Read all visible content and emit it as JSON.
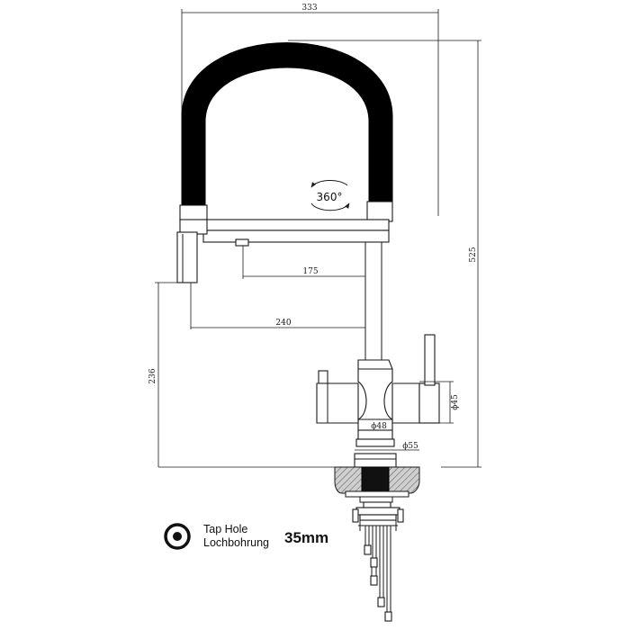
{
  "dimensions": {
    "overall_width": "333",
    "overall_height": "525",
    "pullout_reach": "175",
    "spout_reach": "240",
    "spout_height": "236",
    "handle_diameter": "ϕ45",
    "body_diameter": "ϕ48",
    "base_diameter": "ϕ55"
  },
  "rotation": {
    "label": "360°"
  },
  "legend": {
    "line1": "Tap Hole",
    "line2": "Lochbohrung",
    "size": "35mm",
    "icon": "target-icon"
  },
  "colors": {
    "line": "#1a1a1a",
    "hose": "#000000",
    "hatch": "#555555"
  }
}
